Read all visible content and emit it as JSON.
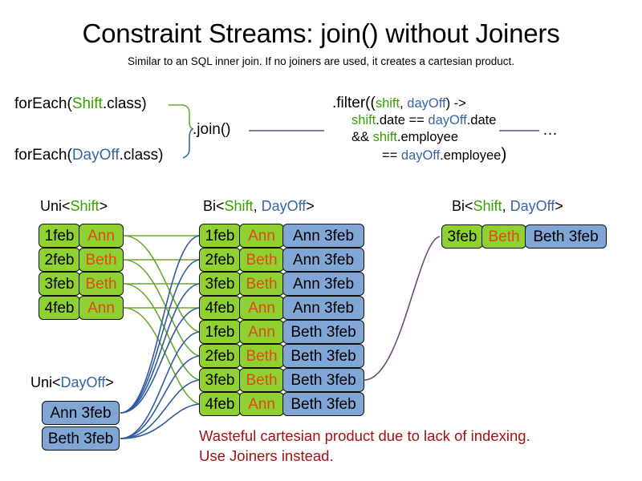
{
  "header": {
    "title": "Constraint Streams: join() without Joiners",
    "subtitle": "Similar to an SQL inner join. If no joiners are used, it creates a cartesian product."
  },
  "code": {
    "foreach_shift": {
      "prefix": "forEach(",
      "type": "Shift",
      "suffix": ".class)"
    },
    "foreach_dayoff": {
      "prefix": "forEach(",
      "type": "DayOff",
      "suffix": ".class)"
    },
    "join_label": ".join()",
    "ellipsis": "…",
    "filter": {
      "line1_prefix": ".filter((",
      "line1_param1": "shift",
      "line1_comma": ", ",
      "line1_param2": "dayOff",
      "line1_suffix": ") ->",
      "line2_a": "shift",
      "line2_b": ".date == ",
      "line2_c": "dayOff",
      "line2_d": ".date",
      "line3_a": "&& ",
      "line3_b": "shift",
      "line3_c": ".employee",
      "line4_a": "== ",
      "line4_b": "dayOff",
      "line4_c": ".employee",
      "line4_close": ")"
    }
  },
  "columns": {
    "uni_shift": {
      "label_prefix": "Uni<",
      "label_type": "Shift",
      "label_suffix": ">",
      "rows": [
        {
          "date": "1feb",
          "name": "Ann"
        },
        {
          "date": "2feb",
          "name": "Beth"
        },
        {
          "date": "3feb",
          "name": "Beth"
        },
        {
          "date": "4feb",
          "name": "Ann"
        }
      ]
    },
    "uni_dayoff": {
      "label_prefix": "Uni<",
      "label_type": "DayOff",
      "label_suffix": ">",
      "rows": [
        {
          "text": "Ann 3feb"
        },
        {
          "text": "Beth 3feb"
        }
      ]
    },
    "bi_joined": {
      "label_prefix": "Bi<",
      "label_type1": "Shift",
      "label_comma": ", ",
      "label_type2": "DayOff",
      "label_suffix": ">",
      "rows": [
        {
          "date": "1feb",
          "name": "Ann",
          "dayoff": "Ann 3feb"
        },
        {
          "date": "2feb",
          "name": "Beth",
          "dayoff": "Ann 3feb"
        },
        {
          "date": "3feb",
          "name": "Beth",
          "dayoff": "Ann 3feb"
        },
        {
          "date": "4feb",
          "name": "Ann",
          "dayoff": "Ann 3feb"
        },
        {
          "date": "1feb",
          "name": "Ann",
          "dayoff": "Beth 3feb"
        },
        {
          "date": "2feb",
          "name": "Beth",
          "dayoff": "Beth 3feb"
        },
        {
          "date": "3feb",
          "name": "Beth",
          "dayoff": "Beth 3feb"
        },
        {
          "date": "4feb",
          "name": "Ann",
          "dayoff": "Beth 3feb"
        }
      ]
    },
    "bi_filtered": {
      "label_prefix": "Bi<",
      "label_type1": "Shift",
      "label_comma": ", ",
      "label_type2": "DayOff",
      "label_suffix": ">",
      "rows": [
        {
          "date": "3feb",
          "name": "Beth",
          "dayoff": "Beth 3feb"
        }
      ]
    }
  },
  "warning": {
    "line1": "Wasteful cartesian product due to lack of indexing.",
    "line2": "Use Joiners instead."
  },
  "colors": {
    "shift_green": "#37a000",
    "dayoff_blue": "#3465a4",
    "box_green": "#8ed130",
    "box_blue": "#80a6d6",
    "name_orange": "#e04a1c",
    "warning_red": "#a11216",
    "link_green": "#6aa82e",
    "link_blue": "#2f5c9e",
    "link_purple": "#6e4a7e"
  }
}
